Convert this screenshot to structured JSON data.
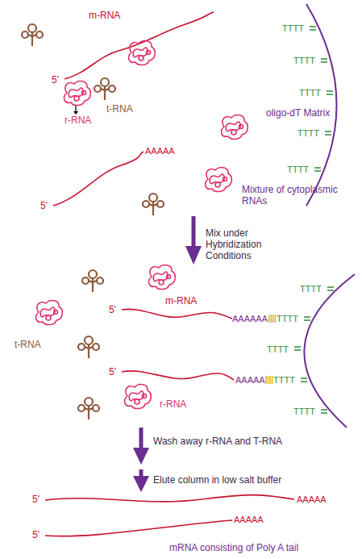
{
  "diagram": {
    "labels": [
      "m-RNA",
      "TTTT",
      "TTTT",
      "5'",
      "t-RNA",
      "TTTT",
      "r-RNA",
      "oligo-dT Matrix",
      "TTTT",
      "AAAAA",
      "TTTT",
      "Mixture of cytoplasmic RNAs",
      "5'",
      "Mix under Hybridization Conditions",
      "TTTT",
      "5'",
      "m-RNA",
      "AAAAAA",
      "TTTT",
      "t-RNA",
      "TTTT",
      "5'",
      "AAAAA",
      "TTTT",
      "r-RNA",
      "TTTT",
      "Wash away r-RNA and T-RNA",
      "Elute column in low salt buffer",
      "5'",
      "AAAAA",
      "AAAAA",
      "5'",
      "mRNA consisting of Poly A tail"
    ]
  }
}
